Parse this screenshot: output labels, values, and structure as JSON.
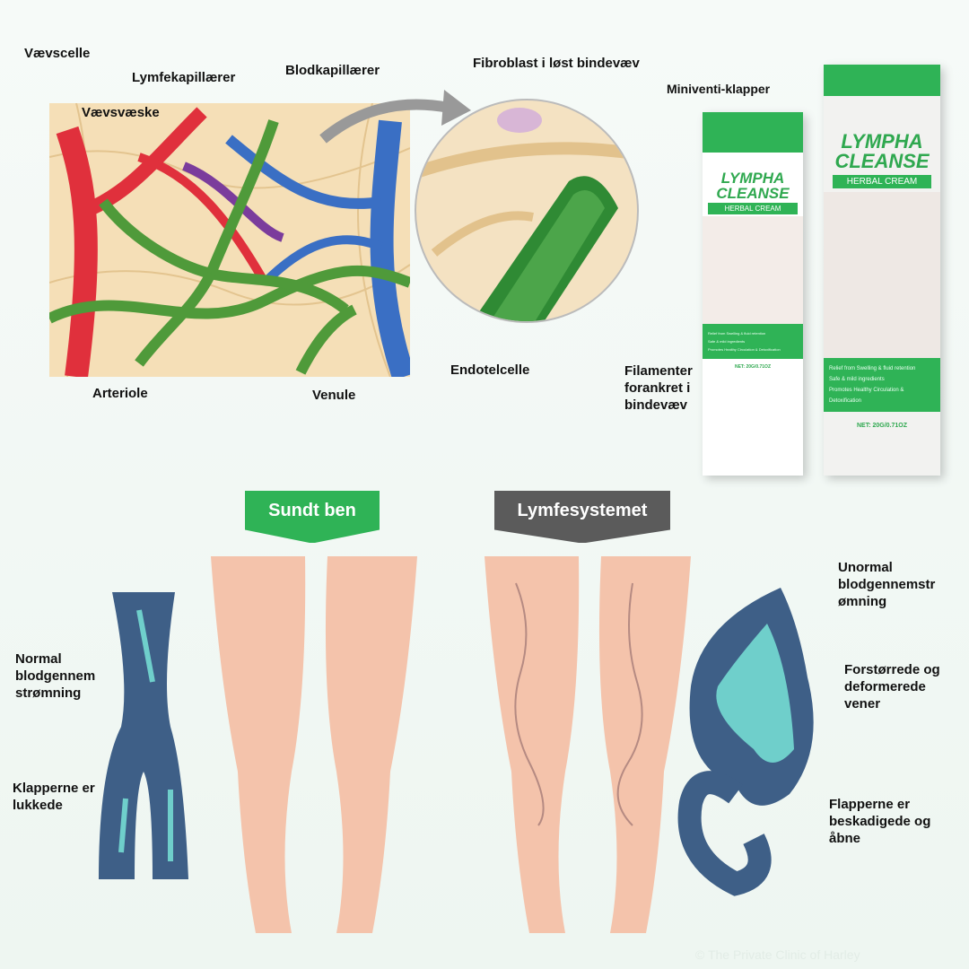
{
  "top_diagram": {
    "labels": {
      "vaevscelle": "Vævscelle",
      "lymfekapillaerer": "Lymfekapillærer",
      "blodkapillaerer": "Blodkapillærer",
      "vaevsvaeske": "Vævsvæske",
      "arteriole": "Arteriole",
      "venule": "Venule"
    }
  },
  "zoom_diagram": {
    "labels": {
      "fibroblast": "Fibroblast i løst bindevæv",
      "miniventi": "Miniventi-klapper",
      "endotelcelle": "Endotelcelle",
      "filamenter": "Filamenter forankret i bindevæv"
    }
  },
  "product": {
    "name_line1": "LYMPHA",
    "name_line2": "CLEANSE",
    "subtitle": "HERBAL CREAM",
    "bullets": [
      "Relief from Swelling & fluid retention",
      "Safe & mild ingredients",
      "Promotes Healthy Circulation & Detoxification"
    ],
    "net": "NET: 20G/0.71OZ"
  },
  "comparison": {
    "healthy_banner": "Sundt ben",
    "lymph_banner": "Lymfesystemet",
    "healthy_labels": {
      "normal_flow": "Normal blodgennem strømning",
      "valves_closed": "Klapperne er lukkede"
    },
    "lymph_labels": {
      "abnormal_flow": "Unormal blodgennemstr ømning",
      "enlarged": "Forstørrede og deformerede vener",
      "damaged": "Flapperne er beskadigede og åbne"
    }
  },
  "watermark": "© The Private Clinic of Harley",
  "colors": {
    "green": "#2fb356",
    "grey_banner": "#5b5b5b",
    "artery": "#e0303c",
    "vein": "#3a6fc4",
    "lymph": "#4f9a3a",
    "skin": "#f4c3ab"
  }
}
